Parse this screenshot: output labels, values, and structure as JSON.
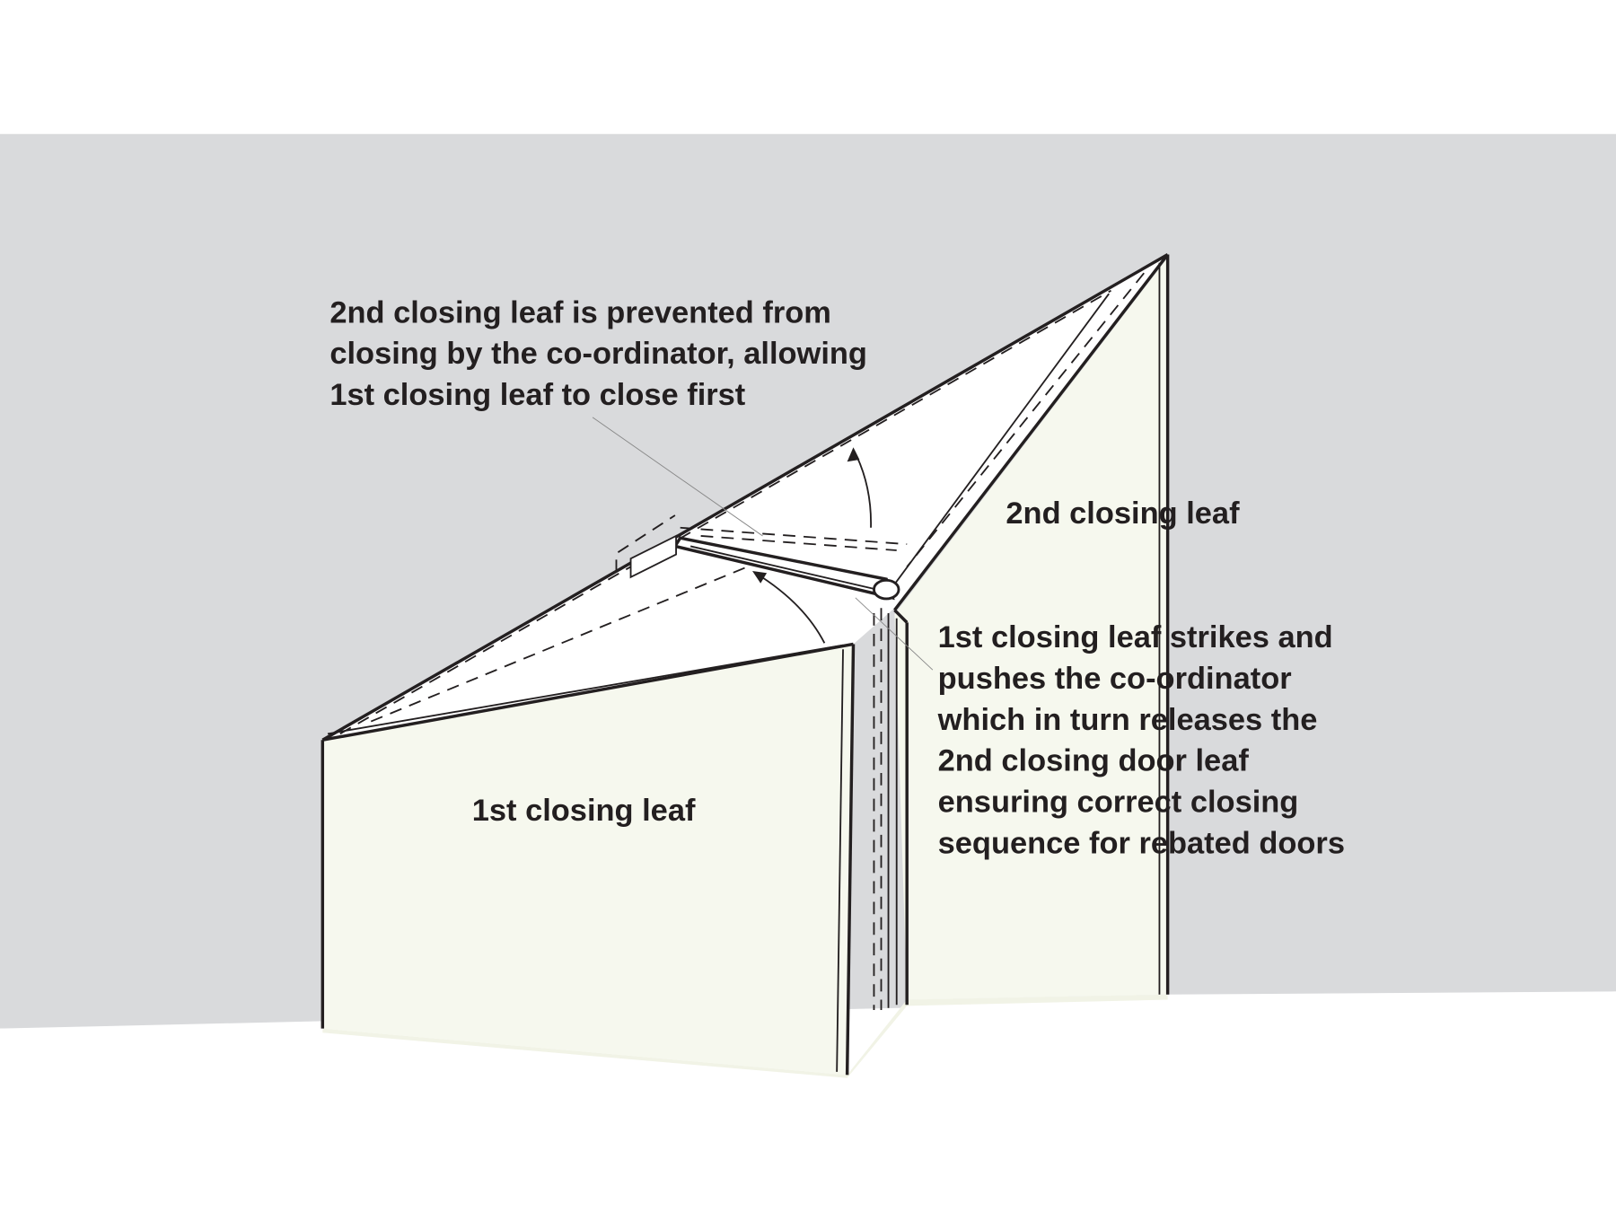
{
  "colors": {
    "wall": "#d9dadc",
    "door_face": "#f6f8ee",
    "line": "#231f20"
  },
  "labels": {
    "top_note": [
      "2nd closing leaf is prevented from",
      "closing by the co-ordinator, allowing",
      "1st closing leaf to close first"
    ],
    "second_leaf": "2nd closing leaf",
    "first_leaf": "1st closing leaf",
    "right_note": [
      "1st closing leaf strikes and",
      "pushes the co-ordinator",
      "which in turn releases the",
      "2nd closing door leaf",
      "ensuring correct closing",
      "sequence for rebated doors"
    ]
  }
}
